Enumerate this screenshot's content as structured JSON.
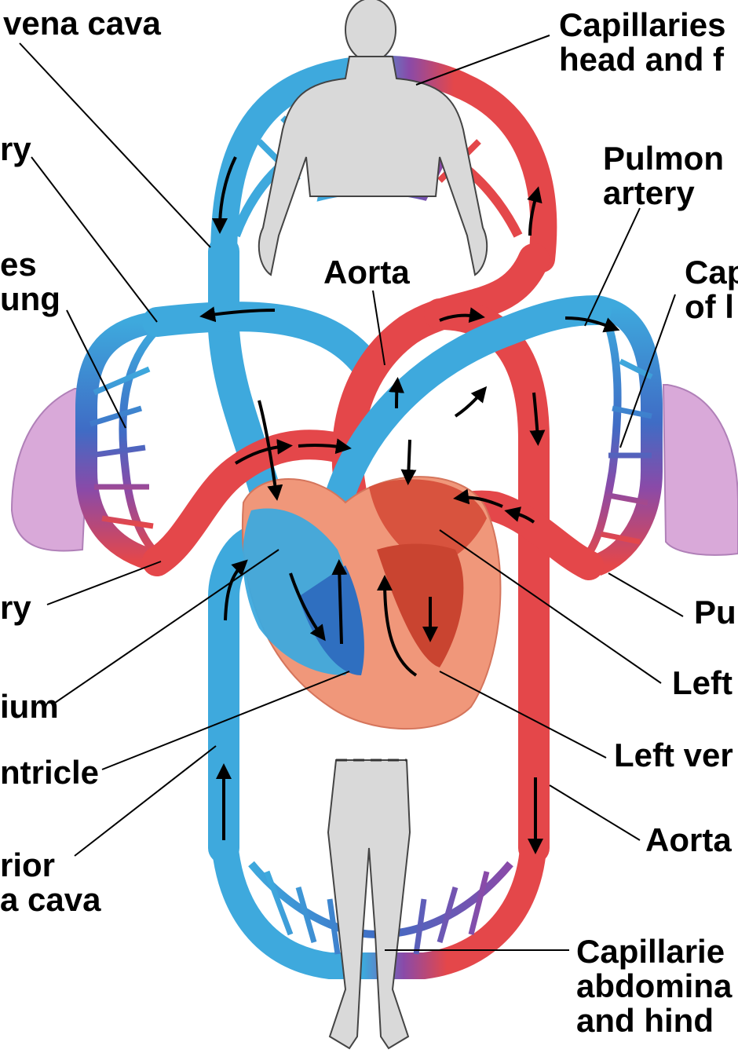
{
  "labels": {
    "superior_vena_cava": "vena cava",
    "pulmonary_artery_left": "ry",
    "capillaries_right_lung": [
      "es",
      "ung"
    ],
    "pulmonary_vein_left": "ry",
    "right_atrium": "ium",
    "right_ventricle": "ntricle",
    "inferior_vena_cava": [
      "rior",
      "a cava"
    ],
    "capillaries_head": [
      "Capillaries",
      "head and f"
    ],
    "pulmonary_artery_right": [
      "Pulmon",
      "artery"
    ],
    "aorta_top": "Aorta",
    "capillaries_left_lung": [
      "Cap",
      "of l"
    ],
    "pulmonary_vein_right": "Pu",
    "left_atrium": "Left",
    "left_ventricle": "Left ver",
    "aorta_bottom": "Aorta",
    "capillaries_abdominal": [
      "Capillarie",
      "abdomina",
      "and hind"
    ]
  },
  "colors": {
    "oxygen_poor": "#3ea9dd",
    "oxygen_rich": "#e4474a",
    "capillary_mix": "#8a4aa8",
    "body_silhouette": "#d9d9d9",
    "lung": "#d9a9d9",
    "heart_tissue": "#f0977a"
  }
}
